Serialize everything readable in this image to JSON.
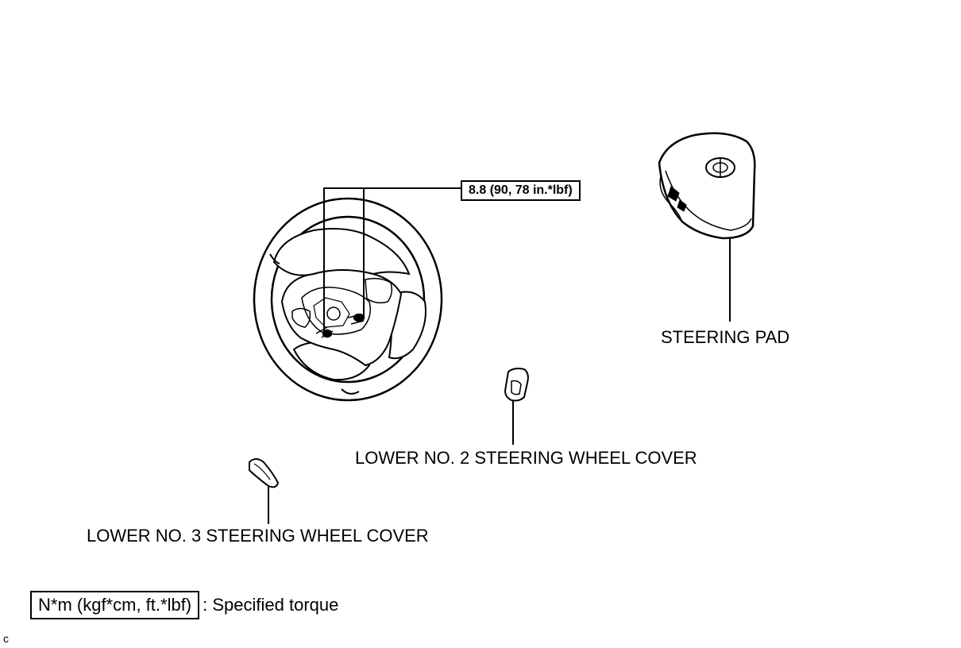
{
  "torque_callout": "8.8 (90, 78 in.*lbf)",
  "labels": {
    "steering_pad": "STEERING PAD",
    "lower_no2_cover": "LOWER NO. 2 STEERING WHEEL COVER",
    "lower_no3_cover": "LOWER NO. 3 STEERING WHEEL COVER"
  },
  "legend": {
    "unit": "N*m (kgf*cm, ft.*lbf)",
    "description": ": Specified torque"
  },
  "figure_code": "c"
}
